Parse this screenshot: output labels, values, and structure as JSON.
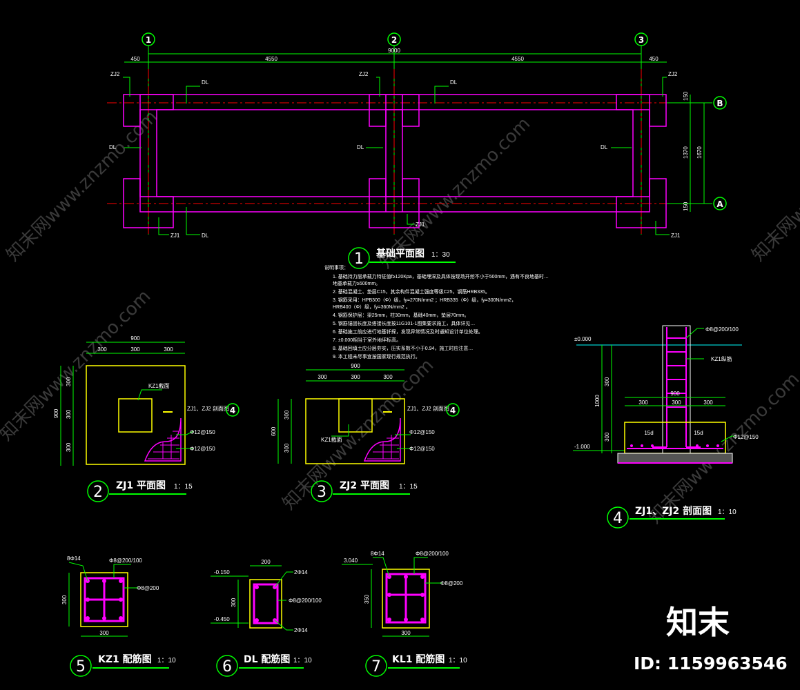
{
  "plan": {
    "axes_top": [
      "1",
      "2",
      "3"
    ],
    "axes_side": [
      "B",
      "A"
    ],
    "dims_top": [
      "450",
      "4550",
      "9000",
      "4550",
      "450"
    ],
    "dims_side": [
      "150",
      "1370",
      "1670",
      "150"
    ],
    "labels": {
      "zj2": "ZJ2",
      "zj1": "ZJ1",
      "dl": "DL"
    },
    "title_num": "1",
    "title": "基础平面图",
    "scale": "1：30"
  },
  "notes": {
    "heading": "说明事项：",
    "lines": [
      "1. 基础持力层承载力特征值f≥120Kpa，基础埋深及具体按现场开挖不小于500mm，遇有不良地基时…",
      "   地基承载力≥500mm。",
      "2. 基础混凝土、垫层C15，其余构件混凝土强度等级C25，钢筋HRB335。",
      "3. 钢筋采用：HPB300（Φ）级，fy=270N/mm2 ；HRB335（Φ）级，fy=300N/mm2，",
      "   HRB400（Φ）级，fy=360N/mm2 。",
      "4. 钢筋保护层：梁25mm，柱30mm，基础40mm，垫层70mm。",
      "5. 钢筋锚固长度及搭接长度按11G101-1图集要求施工，具体详见…",
      "6. 基础施工前应进行地基钎探，发现异常情况及时通知设计单位处理。",
      "7. ±0.000相当于室外地坪标高。",
      "8. 基础回填土应分层夯实，压实系数不小于0.94，施工时应注意…",
      "9. 本工程未尽事宜按国家现行规范执行。"
    ]
  },
  "zj1": {
    "num": "2",
    "title": "ZJ1 平面图",
    "scale": "1：15",
    "dims_top": [
      "900",
      "300",
      "300",
      "300"
    ],
    "dims_side": [
      "900",
      "300",
      "300",
      "300"
    ],
    "col_label": "KZ1截面",
    "section_ref": "ZJ1、ZJ2 剖面图",
    "section_num": "4",
    "rebar": [
      "Φ12@150",
      "Φ12@150"
    ]
  },
  "zj2": {
    "num": "3",
    "title": "ZJ2 平面图",
    "scale": "1：15",
    "dims_top": [
      "900",
      "300",
      "300",
      "300"
    ],
    "dims_side": [
      "600",
      "300",
      "300"
    ],
    "col_label": "KZ1截面",
    "section_ref": "ZJ1、ZJ2 剖面图",
    "section_num": "4",
    "rebar": [
      "Φ12@150",
      "Φ12@150"
    ]
  },
  "section": {
    "num": "4",
    "title": "ZJ1、ZJ2 剖面图",
    "scale": "1：10",
    "elev_top": "±0.000",
    "elev_bot": "-1.000",
    "stirrup": "Φ8@200/100",
    "col_label": "KZ1纵筋",
    "dims_h": [
      "300",
      "300"
    ],
    "dims_v": [
      "1000",
      "300",
      "300"
    ],
    "dims_w": [
      "900",
      "300",
      "300",
      "300"
    ],
    "lap": [
      "15d",
      "15d"
    ],
    "rebar": "Φ12@150"
  },
  "kz1": {
    "num": "5",
    "title": "KZ1 配筋图",
    "scale": "1：10",
    "bars": "8Φ14",
    "stirrup": "Φ8@200/100",
    "tie": "Φ8@200",
    "w": "300",
    "h": "300"
  },
  "dl": {
    "num": "6",
    "title": "DL 配筋图",
    "scale": "1：10",
    "elev_top": "-0.150",
    "elev_bot": "-0.450",
    "top_bars": "2Φ14",
    "bot_bars": "2Φ14",
    "stirrup": "Φ8@200/100",
    "w": "200",
    "h": "300"
  },
  "kl1": {
    "num": "7",
    "title": "KL1 配筋图",
    "scale": "1：10",
    "elev": "3.040",
    "bars": "8Φ14",
    "stirrup": "Φ8@200/100",
    "tie": "Φ8@200",
    "w": "300",
    "h": "350"
  },
  "brand": {
    "logo": "知末",
    "id": "ID: 1159963546",
    "watermark": "知末网www.znzmo.com"
  },
  "colors": {
    "magenta": "#ff00ff",
    "red": "#ff0000",
    "green": "#00ff00",
    "yellow": "#ffff00",
    "cyan": "#00ffff",
    "white": "#ffffff"
  }
}
